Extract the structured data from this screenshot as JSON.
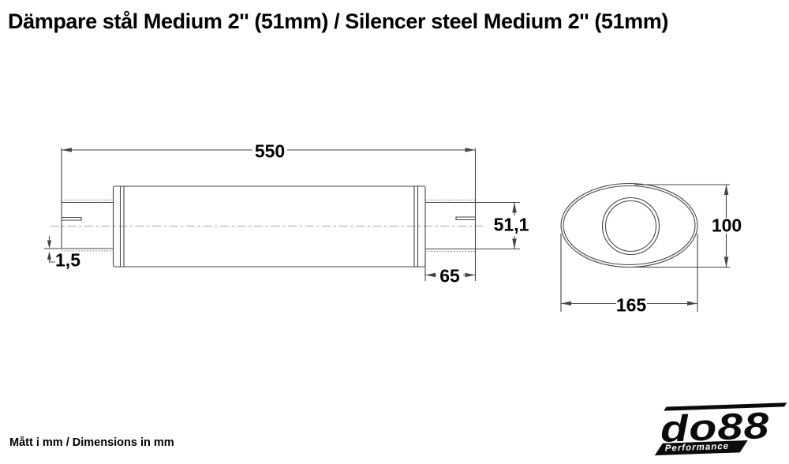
{
  "title": "Dämpare stål Medium 2'' (51mm) / Silencer steel Medium 2'' (51mm)",
  "drawing": {
    "side_view": {
      "length": "550",
      "pipe_diameter": "51,1",
      "wall_thickness": "1,5",
      "stub_length": "65"
    },
    "end_view": {
      "body_height": "100",
      "body_width": "165"
    }
  },
  "footer": {
    "note": "Mått i mm / Dimensions in mm"
  },
  "logo": {
    "brand": "do88",
    "tagline": "Performance"
  }
}
